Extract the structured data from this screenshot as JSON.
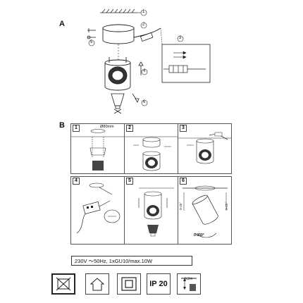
{
  "sections": {
    "a": "A",
    "b": "B"
  },
  "section_a": {
    "callouts": [
      "1",
      "2",
      "3",
      "4",
      "5",
      "6"
    ]
  },
  "section_b": {
    "panels": [
      {
        "num": "1",
        "dimension": "Ø80mm"
      },
      {
        "num": "2"
      },
      {
        "num": "3"
      },
      {
        "num": "4"
      },
      {
        "num": "5"
      },
      {
        "num": "6",
        "rotation": "0-350°",
        "tilt_left": "0-25°",
        "tilt_right": "0-25°"
      }
    ]
  },
  "spec": {
    "text": "230V  ～50Hz,   1xGU10/max.10W"
  },
  "icons": [
    {
      "name": "no-insulation-cover-icon"
    },
    {
      "name": "indoor-use-icon"
    },
    {
      "name": "class-ii-icon"
    },
    {
      "name": "ip-rating-icon",
      "text": "IP 20"
    },
    {
      "name": "min-distance-icon",
      "text": "0,2m"
    }
  ]
}
